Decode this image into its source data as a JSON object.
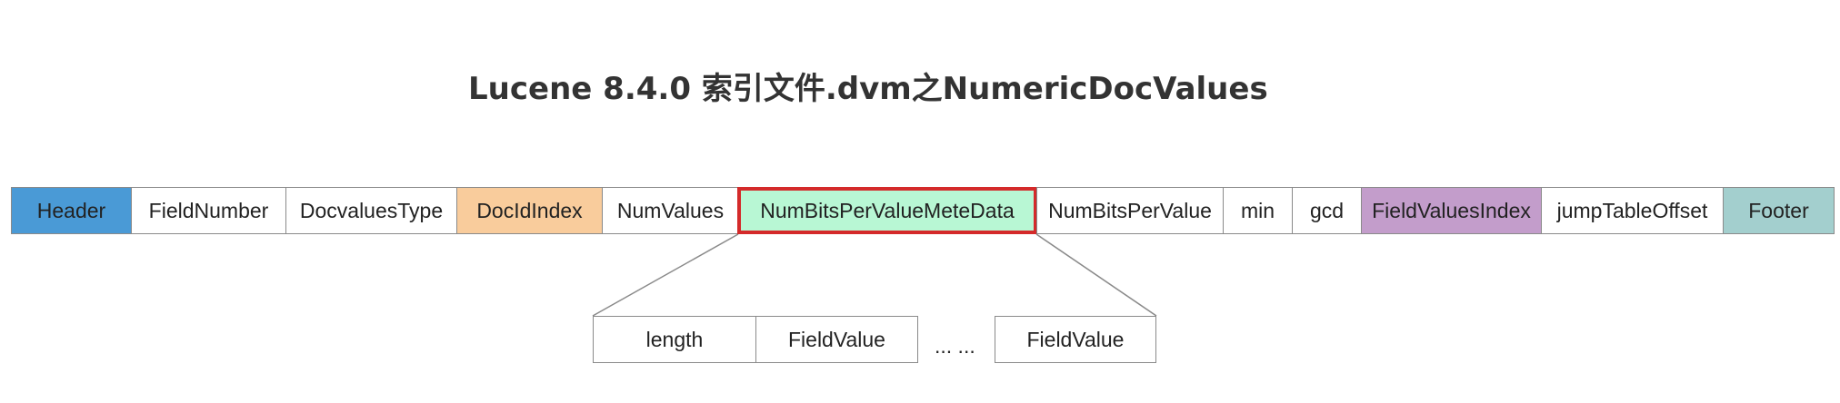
{
  "title": "Lucene 8.4.0 索引文件.dvm之NumericDocValues",
  "colors": {
    "header": "#4a9ad6",
    "docIdIndex": "#f9cc9c",
    "numBitsPerValueMeteData": "#b8f7d4",
    "fieldValuesIndex": "#c39dcb",
    "footer": "#a3cfce",
    "highlight_border": "#d42a2a",
    "plain": "#ffffff"
  },
  "top_row": [
    {
      "label": "Header"
    },
    {
      "label": "FieldNumber"
    },
    {
      "label": "DocvaluesType"
    },
    {
      "label": "DocIdIndex"
    },
    {
      "label": "NumValues"
    },
    {
      "label": "NumBitsPerValueMeteData"
    },
    {
      "label": "NumBitsPerValue"
    },
    {
      "label": "min"
    },
    {
      "label": "gcd"
    },
    {
      "label": "FieldValuesIndex"
    },
    {
      "label": "jumpTableOffset"
    },
    {
      "label": "Footer"
    }
  ],
  "sub_row": [
    {
      "label": "length"
    },
    {
      "label": "FieldValue"
    },
    {
      "label": "FieldValue"
    }
  ],
  "ellipsis": "... ..."
}
